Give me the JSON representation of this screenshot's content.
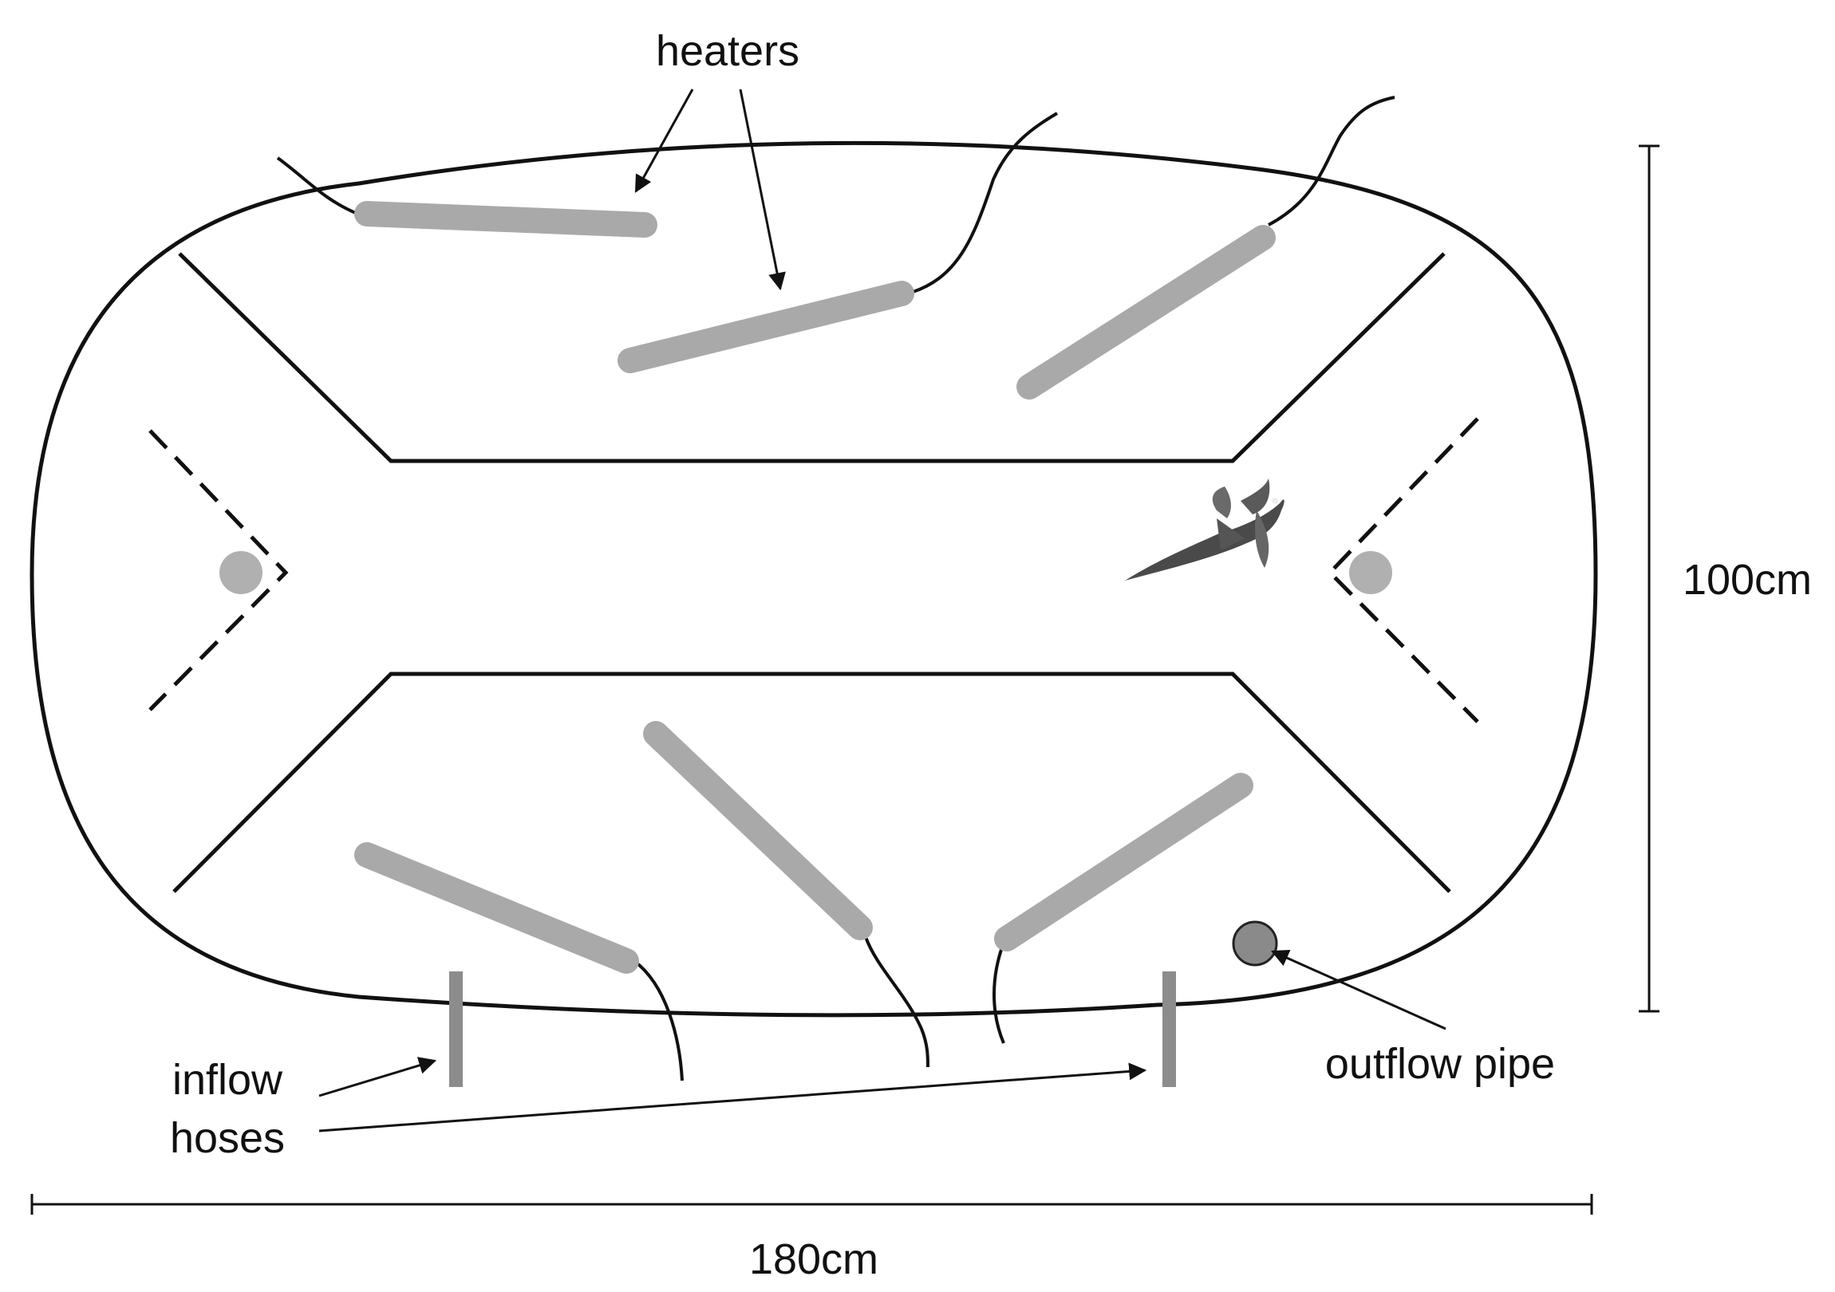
{
  "labels": {
    "heaters": "heaters",
    "inflow_line1": "inflow",
    "inflow_line2": "hoses",
    "outflow": "outflow pipe",
    "width": "180cm",
    "height": "100cm"
  },
  "colors": {
    "line": "#111111",
    "heater": "#a9a9a9",
    "hose": "#8c8c8c",
    "outflow_pipe": "#8a8a8a",
    "drain_dot": "#b0b0b0"
  },
  "icons": {
    "fish": "fish-icon"
  }
}
